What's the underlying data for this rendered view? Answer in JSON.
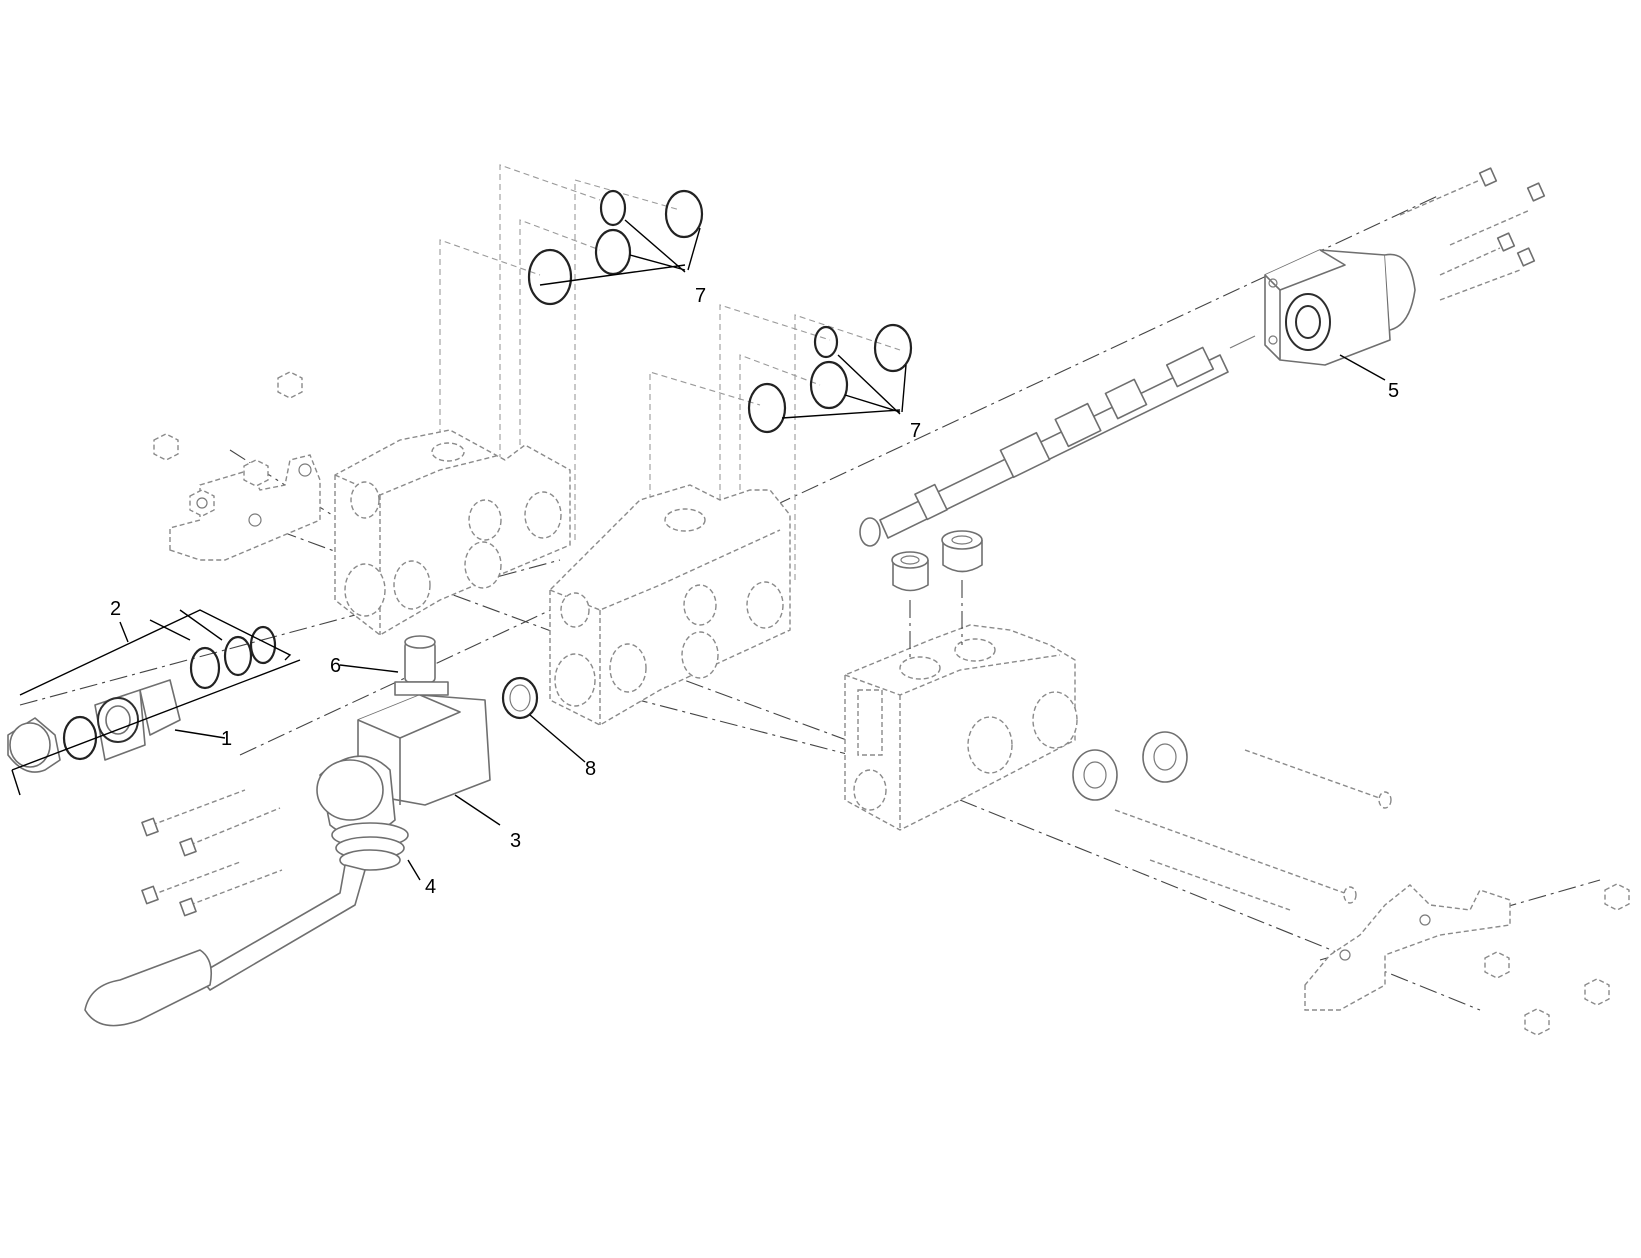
{
  "diagram": {
    "type": "exploded-parts-view",
    "callouts": {
      "c1": "1",
      "c2": "2",
      "c3": "3",
      "c4": "4",
      "c5": "5",
      "c6": "6",
      "c7a": "7",
      "c7b": "7",
      "c8": "8"
    }
  }
}
